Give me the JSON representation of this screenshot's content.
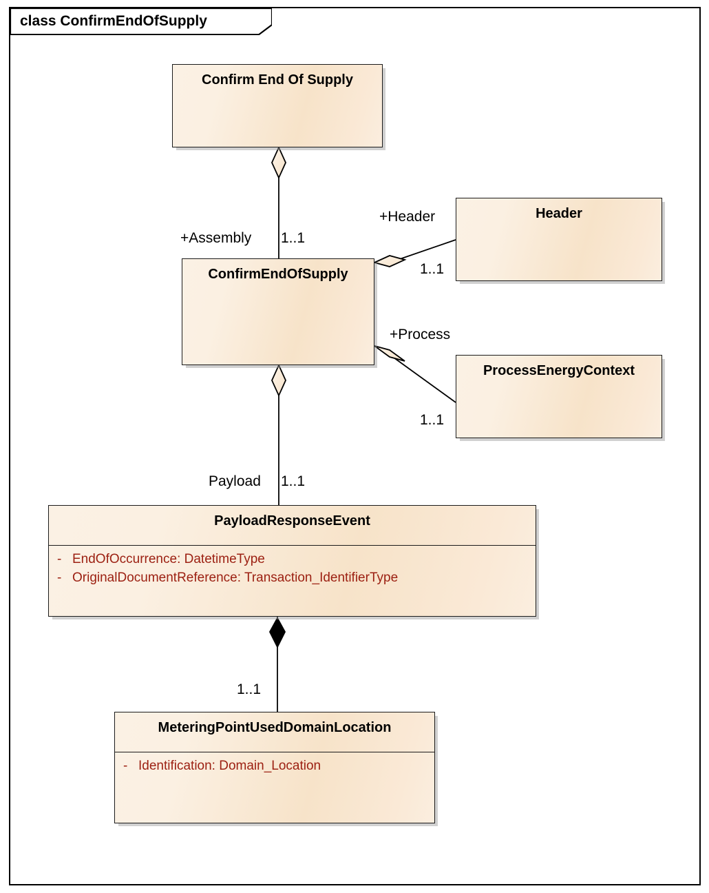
{
  "frame": {
    "title": "class ConfirmEndOfSupply"
  },
  "classes": [
    {
      "id": "confirm-end-of-supply-root",
      "name": "Confirm End Of Supply",
      "attributes": []
    },
    {
      "id": "confirm-end-of-supply",
      "name": "ConfirmEndOfSupply",
      "attributes": []
    },
    {
      "id": "header",
      "name": "Header",
      "attributes": []
    },
    {
      "id": "process-energy-context",
      "name": "ProcessEnergyContext",
      "attributes": []
    },
    {
      "id": "payload-response-event",
      "name": "PayloadResponseEvent",
      "attributes": [
        {
          "visibility": "-",
          "text": "EndOfOccurrence: DatetimeType"
        },
        {
          "visibility": "-",
          "text": "OriginalDocumentReference: Transaction_IdentifierType"
        }
      ]
    },
    {
      "id": "metering-point-used-domain-location",
      "name": "MeteringPointUsedDomainLocation",
      "attributes": [
        {
          "visibility": "-",
          "text": "Identification: Domain_Location"
        }
      ]
    }
  ],
  "associations": [
    {
      "id": "assembly",
      "from": "confirm-end-of-supply-root",
      "to": "confirm-end-of-supply",
      "role": "+Assembly",
      "multiplicity": "1..1",
      "aggregation": "shared"
    },
    {
      "id": "header-assoc",
      "from": "confirm-end-of-supply",
      "to": "header",
      "role": "+Header",
      "multiplicity": "1..1",
      "aggregation": "shared"
    },
    {
      "id": "process-assoc",
      "from": "confirm-end-of-supply",
      "to": "process-energy-context",
      "role": "+Process",
      "multiplicity": "1..1",
      "aggregation": "shared"
    },
    {
      "id": "payload-assoc",
      "from": "confirm-end-of-supply",
      "to": "payload-response-event",
      "role": "Payload",
      "multiplicity": "1..1",
      "aggregation": "shared"
    },
    {
      "id": "metering-assoc",
      "from": "payload-response-event",
      "to": "metering-point-used-domain-location",
      "role": "",
      "multiplicity": "1..1",
      "aggregation": "composite"
    }
  ],
  "colors": {
    "class_fill_light": "#fbf1e4",
    "class_fill_dark": "#f7e3c9",
    "class_border": "#1a1a1a",
    "attribute_text": "#9c2012",
    "line": "#000000",
    "shadow": "#969696"
  }
}
